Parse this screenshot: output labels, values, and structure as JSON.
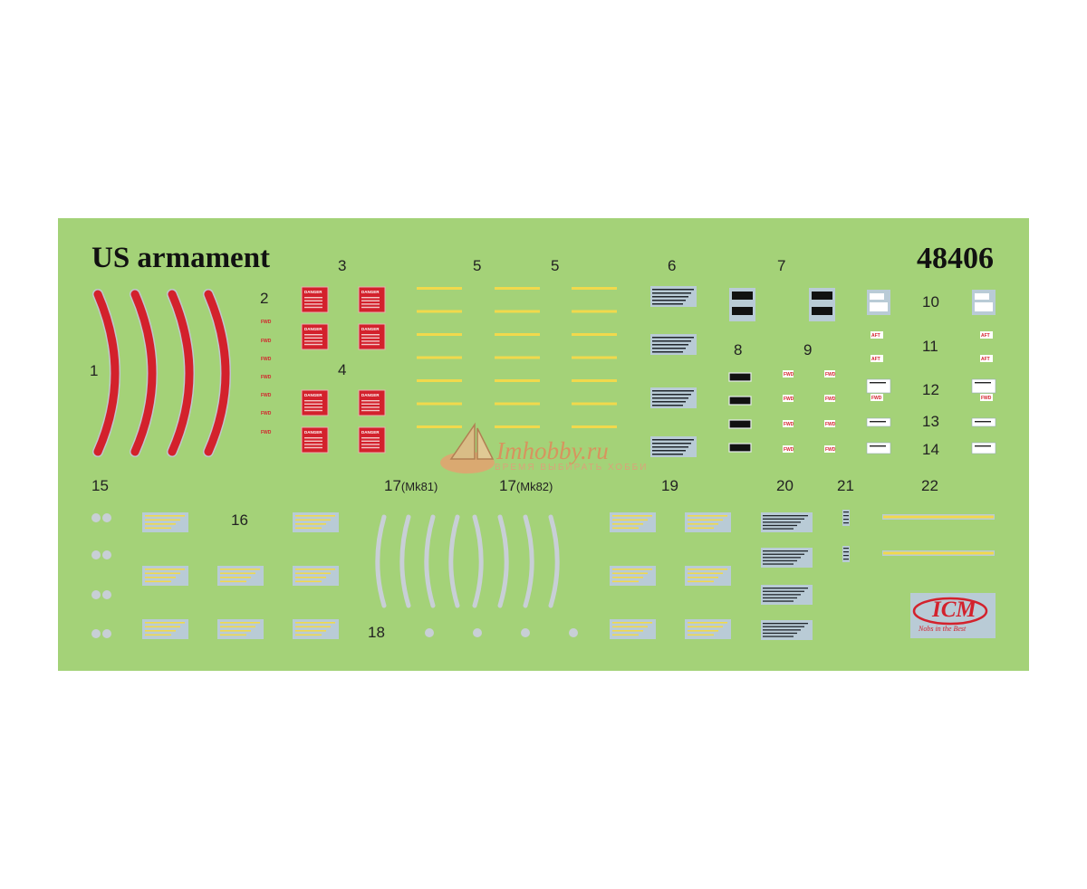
{
  "sheet": {
    "title": "US armament",
    "code": "48406",
    "colors": {
      "background": "#a4d278",
      "red": "#d3212c",
      "yellow": "#f1d94c",
      "stencil": "#b9cbd6",
      "grey": "#c8cfd6"
    }
  },
  "numbers": {
    "n1": "1",
    "n2": "2",
    "n3": "3",
    "n4": "4",
    "n5a": "5",
    "n5b": "5",
    "n6": "6",
    "n7": "7",
    "n8": "8",
    "n9": "9",
    "n10": "10",
    "n11": "11",
    "n12": "12",
    "n13": "13",
    "n14": "14",
    "n15": "15",
    "n16": "16",
    "n17a": "17",
    "n17a_sub": "(Mk81)",
    "n17b": "17",
    "n17b_sub": "(Mk82)",
    "n18": "18",
    "n19": "19",
    "n20": "20",
    "n21": "21",
    "n22": "22"
  },
  "decals": {
    "danger_label": "DANGER",
    "fwd": "FWD",
    "aft": "AFT"
  },
  "watermark": {
    "name": "Imhobby.ru",
    "tagline": "ВРЕМЯ ВЫБИРАТЬ ХОББИ",
    "icon": "ship-logo-icon"
  },
  "logo": {
    "text": "ICM",
    "tagline": "Nobs in the Best",
    "icon": "icm-logo"
  }
}
